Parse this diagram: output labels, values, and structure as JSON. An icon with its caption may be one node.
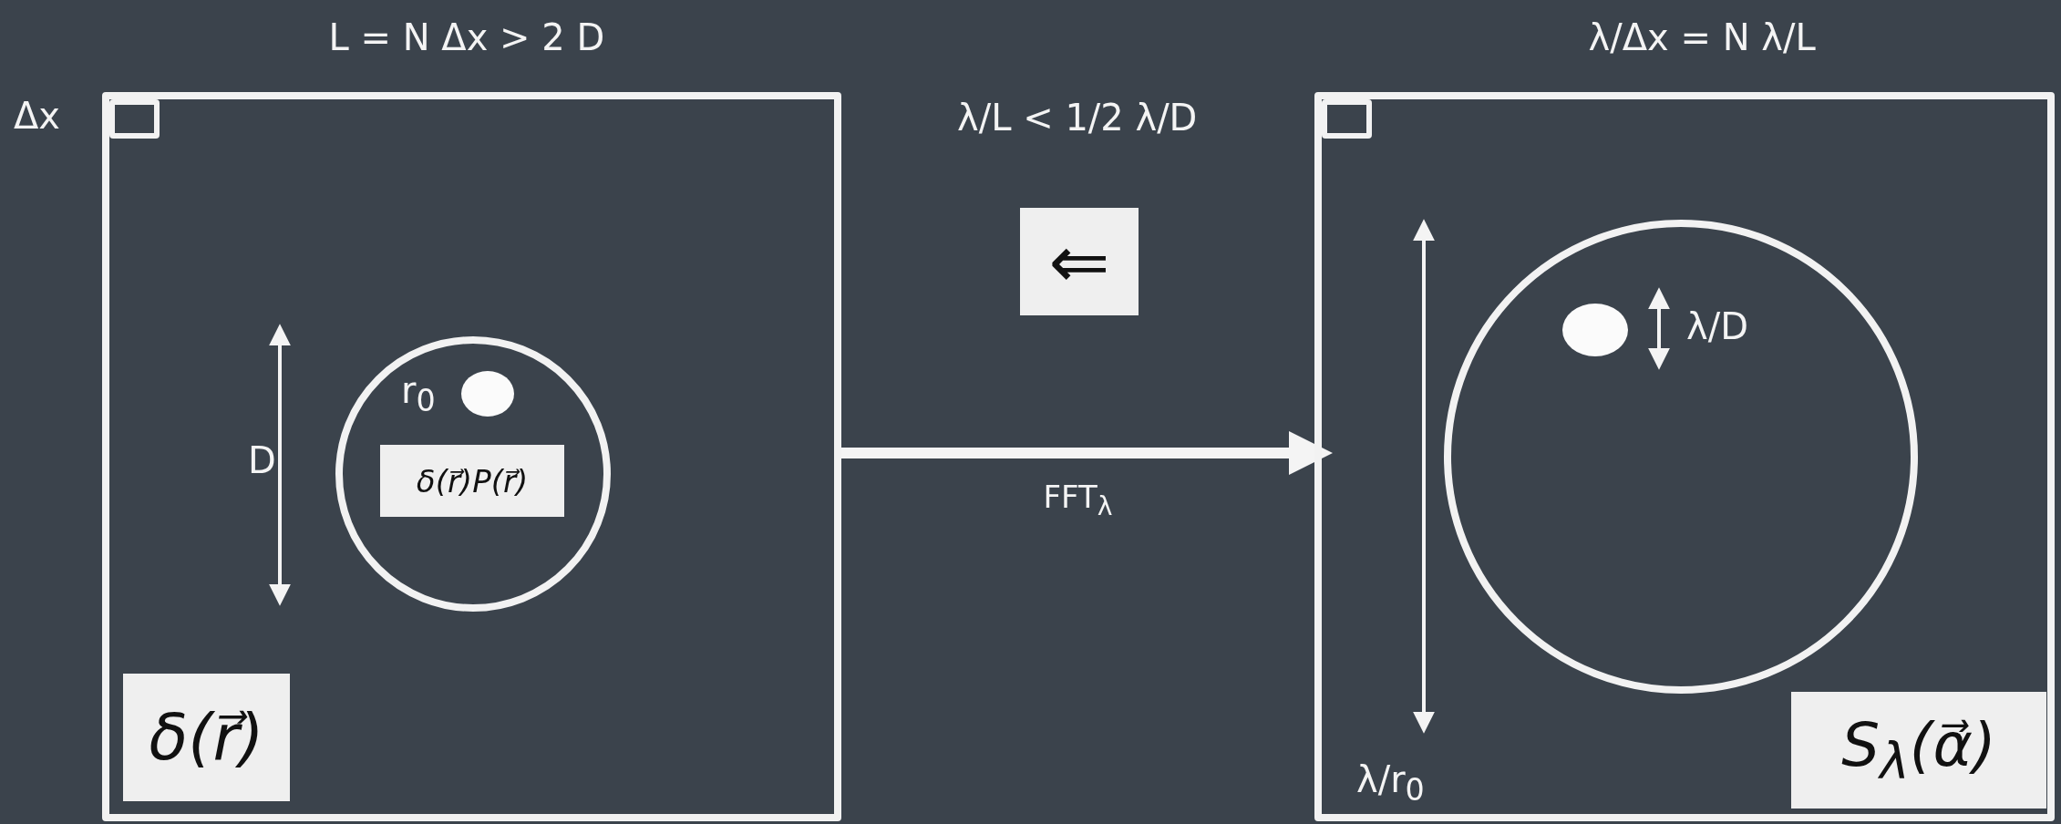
{
  "diagram": {
    "nodes": [
      {
        "text": [],
        "shape": "box"
      },
      {
        "text": [],
        "shape": "circle",
        "in": 0
      },
      {
        "text": [],
        "shape": "circle",
        "in": 1
      },
      {
        "text": [
          "δ(r⃗)P(r⃗)"
        ],
        "in": 1
      },
      {
        "text": [
          "δ(r⃗)"
        ],
        "in": 0
      },
      {
        "text": [],
        "shape": "box",
        "in": 0
      },
      {
        "text": [
          "⇐"
        ]
      },
      {
        "text": [],
        "shape": "box"
      },
      {
        "text": [],
        "shape": "circle",
        "in": 7
      },
      {
        "text": [],
        "shape": "circle",
        "in": 8
      },
      {
        "text": [
          "S$_{λ}$(α⃗)"
        ],
        "in": 7
      },
      {
        "text": [],
        "shape": "box",
        "in": 7
      }
    ],
    "edges": [
      {
        "from": 0,
        "to": 7,
        "arrow": "to",
        "label": "FFT$_{λ}$"
      }
    ],
    "labels": [
      "L = N Δx > 2 D",
      "λ/Δx = N λ/L",
      "Δx",
      "λ/L < 1/2 λ/D",
      "r$_{0}$",
      "D",
      "λ/D",
      "λ/r$_{0}$"
    ]
  }
}
